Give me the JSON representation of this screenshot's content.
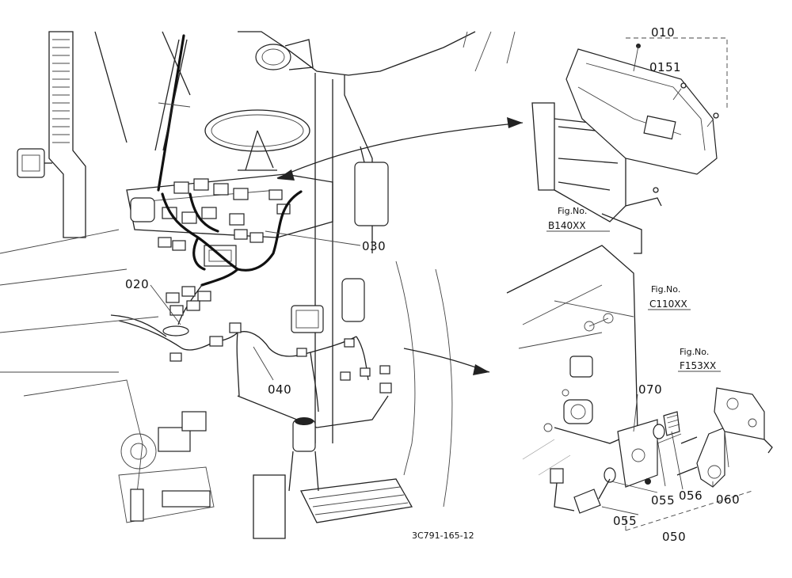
{
  "callouts": {
    "p010": "010",
    "p015": "015",
    "p015_suffix": "1",
    "p020": "020",
    "p030": "030",
    "p040": "040",
    "p050": "050",
    "p055a": "055",
    "p055b": "055",
    "p056": "056",
    "p060": "060",
    "p070": "070"
  },
  "figure_refs": {
    "fig_b": {
      "label": "Fig.No.",
      "code": "B140XX"
    },
    "fig_c": {
      "label": "Fig.No.",
      "code": "C110XX"
    },
    "fig_f": {
      "label": "Fig.No.",
      "code": "F153XX"
    }
  },
  "drawing_code": "3C791-165-12"
}
